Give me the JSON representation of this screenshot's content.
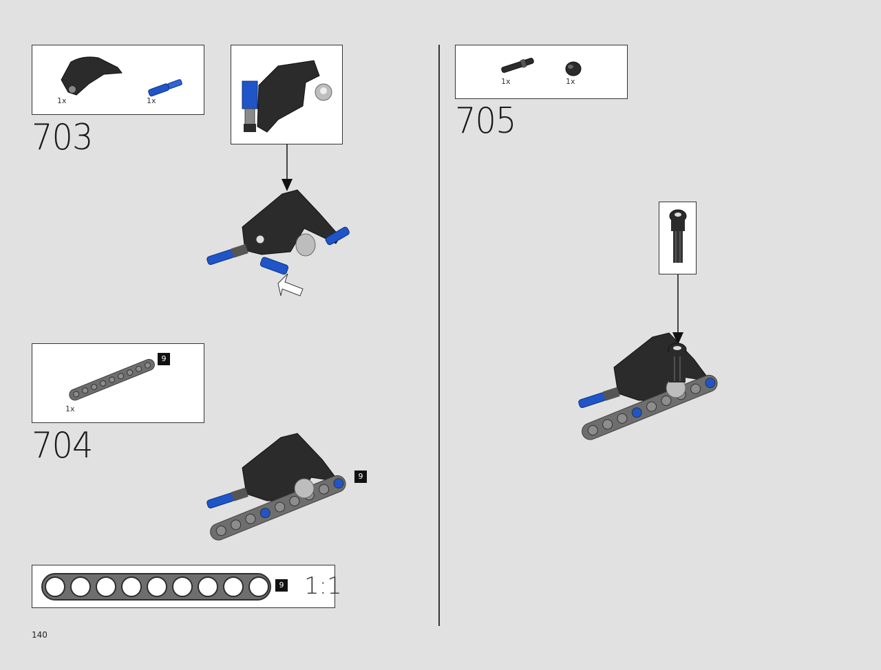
{
  "page_number": "140",
  "steps": [
    {
      "number": "703",
      "parts": [
        {
          "qty": "1x",
          "icon": "black-panel-piece"
        },
        {
          "qty": "1x",
          "icon": "blue-pin-with-axle"
        }
      ]
    },
    {
      "number": "704",
      "parts": [
        {
          "qty": "1x",
          "icon": "grey-9-hole-beam"
        }
      ],
      "badge": "9"
    },
    {
      "number": "705",
      "parts": [
        {
          "qty": "1x",
          "icon": "black-axle"
        },
        {
          "qty": "1x",
          "icon": "black-bush"
        }
      ]
    }
  ],
  "callout_badge": "9",
  "ruler": {
    "holes": 9,
    "badge": "9",
    "scale_label": "1:1"
  },
  "colors": {
    "background": "#e1e1e1",
    "panel_black": "#2b2b2b",
    "pin_blue": "#1f55c8",
    "beam_grey": "#6e6e6e"
  }
}
